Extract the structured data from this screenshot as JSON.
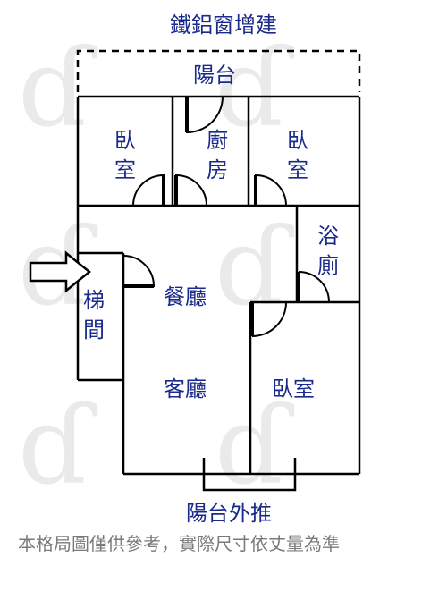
{
  "plan": {
    "title_top": "鐵鋁窗增建",
    "balcony_top": "陽台",
    "room_bedroom_left": [
      "臥",
      "室"
    ],
    "room_kitchen": [
      "廚",
      "房"
    ],
    "room_bedroom_right": [
      "臥",
      "室"
    ],
    "room_bath": [
      "浴",
      "廁"
    ],
    "stairs": [
      "梯",
      "間"
    ],
    "room_dining": "餐廳",
    "room_living": "客廳",
    "room_bedroom_bottom": "臥室",
    "balcony_bottom": "陽台外推"
  },
  "note": "本格局圖僅供參考，實際尺寸依丈量為準",
  "colors": {
    "label": "#1a2a8c",
    "line": "#000000",
    "note": "#7a7a7a"
  }
}
